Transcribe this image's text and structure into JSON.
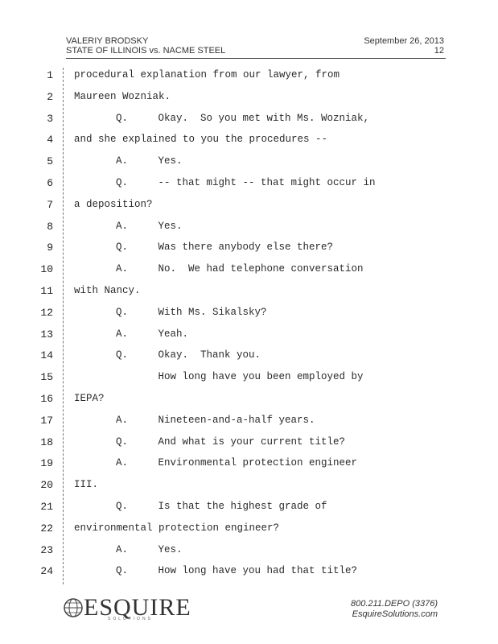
{
  "header": {
    "witness": "VALERIY BRODSKY",
    "case": "STATE OF ILLINOIS vs. NACME STEEL",
    "date": "September 26, 2013",
    "page": "12"
  },
  "lines": [
    {
      "n": "1",
      "indent": 0,
      "text": "procedural explanation from our lawyer, from"
    },
    {
      "n": "2",
      "indent": 0,
      "text": "Maureen Wozniak."
    },
    {
      "n": "3",
      "indent": 1,
      "text": "Q.     Okay.  So you met with Ms. Wozniak,"
    },
    {
      "n": "4",
      "indent": 0,
      "text": "and she explained to you the procedures --"
    },
    {
      "n": "5",
      "indent": 1,
      "text": "A.     Yes."
    },
    {
      "n": "6",
      "indent": 1,
      "text": "Q.     -- that might -- that might occur in"
    },
    {
      "n": "7",
      "indent": 0,
      "text": "a deposition?"
    },
    {
      "n": "8",
      "indent": 1,
      "text": "A.     Yes."
    },
    {
      "n": "9",
      "indent": 1,
      "text": "Q.     Was there anybody else there?"
    },
    {
      "n": "10",
      "indent": 1,
      "text": "A.     No.  We had telephone conversation"
    },
    {
      "n": "11",
      "indent": 0,
      "text": "with Nancy."
    },
    {
      "n": "12",
      "indent": 1,
      "text": "Q.     With Ms. Sikalsky?"
    },
    {
      "n": "13",
      "indent": 1,
      "text": "A.     Yeah."
    },
    {
      "n": "14",
      "indent": 1,
      "text": "Q.     Okay.  Thank you."
    },
    {
      "n": "15",
      "indent": 1,
      "text": "       How long have you been employed by"
    },
    {
      "n": "16",
      "indent": 0,
      "text": "IEPA?"
    },
    {
      "n": "17",
      "indent": 1,
      "text": "A.     Nineteen-and-a-half years."
    },
    {
      "n": "18",
      "indent": 1,
      "text": "Q.     And what is your current title?"
    },
    {
      "n": "19",
      "indent": 1,
      "text": "A.     Environmental protection engineer"
    },
    {
      "n": "20",
      "indent": 0,
      "text": "III."
    },
    {
      "n": "21",
      "indent": 1,
      "text": "Q.     Is that the highest grade of"
    },
    {
      "n": "22",
      "indent": 0,
      "text": "environmental protection engineer?"
    },
    {
      "n": "23",
      "indent": 1,
      "text": "A.     Yes."
    },
    {
      "n": "24",
      "indent": 1,
      "text": "Q.     How long have you had that title?"
    }
  ],
  "footer": {
    "logo": "ESQUIRE",
    "logo_sub": "SOLUTIONS",
    "phone": "800.211.DEPO (3376)",
    "website": "EsquireSolutions.com"
  },
  "colors": {
    "text": "#222222",
    "background": "#ffffff"
  }
}
